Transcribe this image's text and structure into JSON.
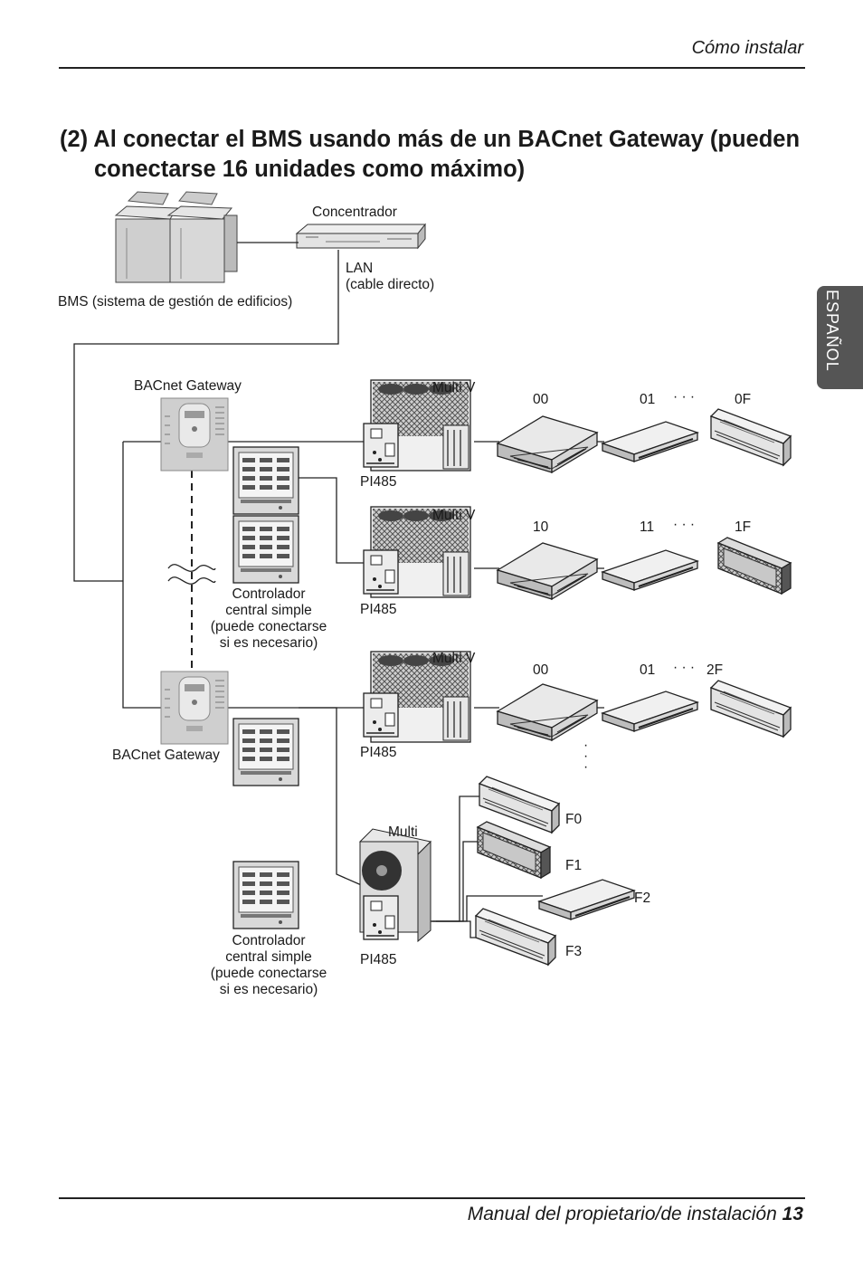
{
  "header": {
    "section": "Cómo instalar"
  },
  "title": {
    "line1": "(2) Al conectar el BMS usando más de un BACnet Gateway (pueden",
    "line2": "conectarse 16 unidades como máximo)"
  },
  "side_tab": "ESPAÑOL",
  "diagram": {
    "hub_label": "Concentrador",
    "bms_label": "BMS (sistema de gestión de edificios)",
    "lan_label_1": "LAN",
    "lan_label_2": "(cable directo)",
    "gateway_top": "BACnet Gateway",
    "gateway_bottom": "BACnet Gateway",
    "multiv_1": "Multi V",
    "multiv_2": "Multi V",
    "multiv_3": "Multi V",
    "multi": "Multi",
    "pi485_1": "PI485",
    "pi485_2": "PI485",
    "pi485_3": "PI485",
    "pi485_4": "PI485",
    "controller_1": [
      "Controlador",
      "central simple",
      "(puede conectarse",
      "si es necesario)"
    ],
    "controller_2": [
      "Controlador",
      "central simple",
      "(puede conectarse",
      "si es necesario)"
    ],
    "row1": {
      "a": "00",
      "b": "01",
      "dots": "· · ·",
      "c": "0F"
    },
    "row2": {
      "a": "10",
      "b": "11",
      "dots": "· · ·",
      "c": "1F"
    },
    "row3": {
      "a": "00",
      "b": "01",
      "dots": "· · ·",
      "c": "2F"
    },
    "multi_units": [
      "F0",
      "F1",
      "F2",
      "F3"
    ],
    "vdots": "·\n·\n·"
  },
  "footer": {
    "text": "Manual del propietario/de instalación",
    "page": "13"
  }
}
